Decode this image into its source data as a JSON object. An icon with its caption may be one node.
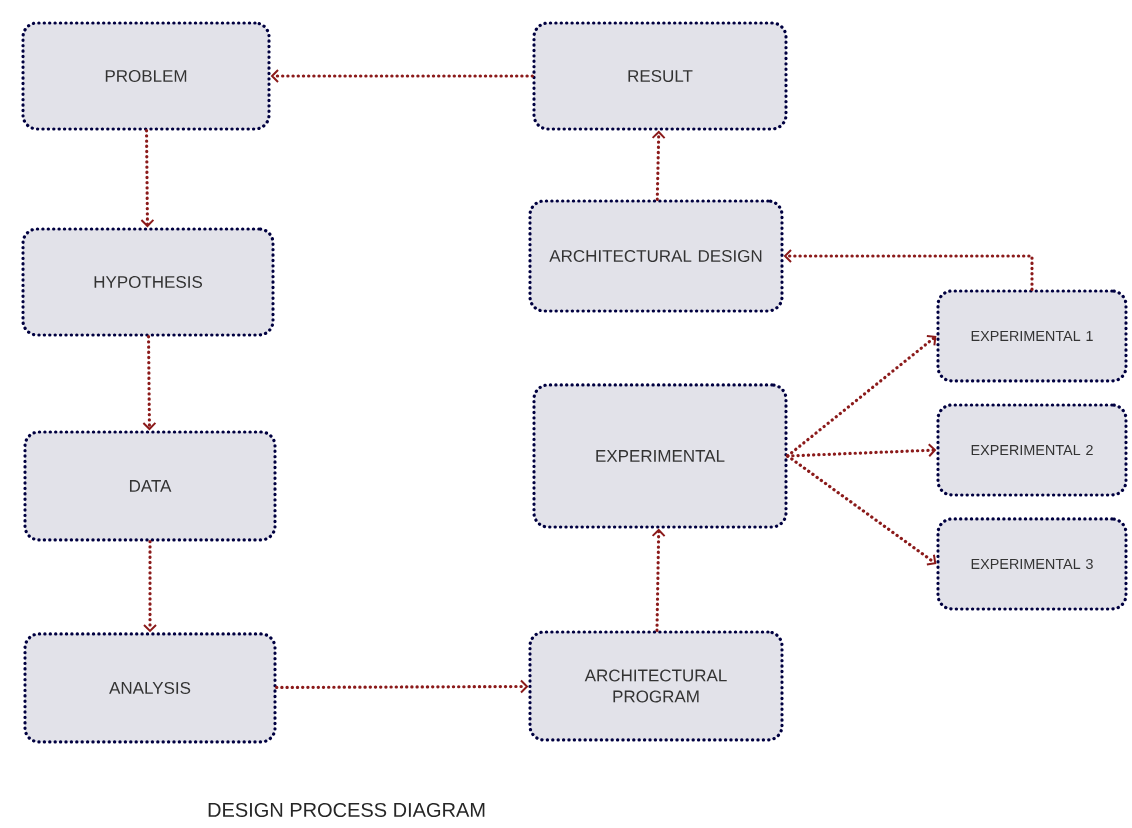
{
  "diagram": {
    "caption": "DESIGN PROCESS DIAGRAM",
    "nodes": [
      {
        "text": [
          "PROBLEM"
        ]
      },
      {
        "text": [
          "HYPOTHESIS"
        ]
      },
      {
        "text": [
          "DATA"
        ]
      },
      {
        "text": [
          "ANALYSIS"
        ]
      },
      {
        "text": [
          "RESULT"
        ]
      },
      {
        "text": [
          "ARCHITECTURAL DESIGN"
        ]
      },
      {
        "text": [
          "EXPERIMENTAL"
        ]
      },
      {
        "text": [
          "ARCHITECTURAL PROGRAM"
        ]
      },
      {
        "text": [
          "EXPERIMENTAL 1"
        ]
      },
      {
        "text": [
          "EXPERIMENTAL 2"
        ]
      },
      {
        "text": [
          "EXPERIMENTAL 3"
        ]
      }
    ],
    "edges": [
      {
        "from": 4,
        "to": 0,
        "arrow": "to"
      },
      {
        "from": 0,
        "to": 1,
        "arrow": "to"
      },
      {
        "from": 1,
        "to": 2,
        "arrow": "to"
      },
      {
        "from": 2,
        "to": 3,
        "arrow": "to"
      },
      {
        "from": 3,
        "to": 7,
        "arrow": "to"
      },
      {
        "from": 7,
        "to": 6,
        "arrow": "to"
      },
      {
        "from": 6,
        "to": 8,
        "arrow": "to"
      },
      {
        "from": 6,
        "to": 9,
        "arrow": "to"
      },
      {
        "from": 6,
        "to": 10,
        "arrow": "to"
      },
      {
        "from": 8,
        "to": 5,
        "arrow": "to"
      },
      {
        "from": 5,
        "to": 4,
        "arrow": "to"
      }
    ]
  }
}
